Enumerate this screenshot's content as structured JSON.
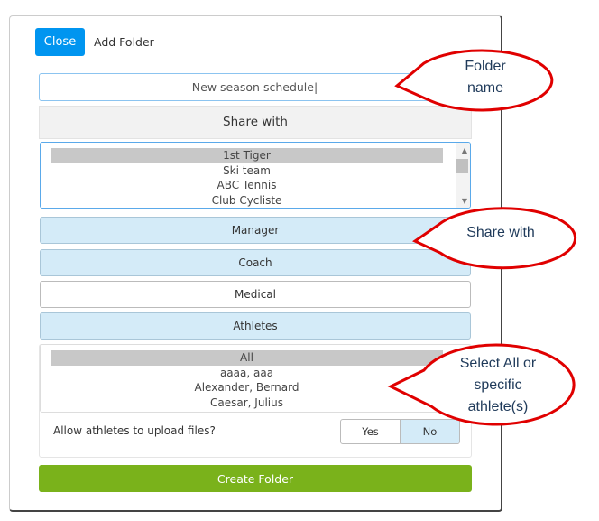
{
  "dialog": {
    "close_label": "Close",
    "title": "Add Folder",
    "folder_name": "New season schedule",
    "share_header": "Share with",
    "teams": [
      "1st Tiger",
      "Ski team",
      "ABC Tennis",
      "Club Cycliste"
    ],
    "roles": [
      {
        "label": "Manager",
        "selected": true
      },
      {
        "label": "Coach",
        "selected": true
      },
      {
        "label": "Medical",
        "selected": false
      },
      {
        "label": "Athletes",
        "selected": true
      }
    ],
    "athletes": [
      "All",
      "aaaa, aaa",
      "Alexander, Bernard",
      "Caesar, Julius"
    ],
    "allow_label": "Allow athletes to upload files?",
    "yes_label": "Yes",
    "no_label": "No",
    "allow_value": "No",
    "create_label": "Create Folder"
  },
  "callouts": {
    "folder_name": "Folder name",
    "share_with": "Share with",
    "select": "Select All or specific athlete(s)"
  },
  "colors": {
    "primary": "#0095f0",
    "success": "#7ab21b",
    "selected_role": "#d4ebf8",
    "callout": "#e00000"
  }
}
